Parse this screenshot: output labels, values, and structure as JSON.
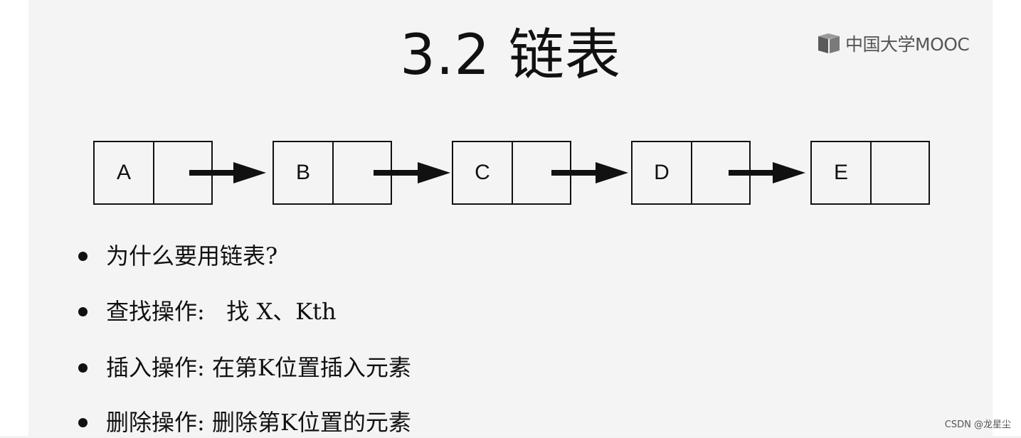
{
  "slide": {
    "title": "3.2 链表",
    "logo_text": "中国大学MOOC"
  },
  "linked_list": {
    "nodes": [
      "A",
      "B",
      "C",
      "D",
      "E"
    ]
  },
  "bullets": [
    "为什么要用链表?",
    "查找操作:   找 X、Kth",
    "插入操作: 在第K位置插入元素",
    "删除操作: 删除第K位置的元素"
  ],
  "watermark": "CSDN @龙星尘",
  "colors": {
    "background": "#f4f4f4",
    "ink": "#111111",
    "logo": "#555555"
  },
  "icons": {
    "logo": "mooc-logo-icon",
    "arrow": "arrow-right-icon",
    "bullet": "bullet-dot-icon"
  }
}
